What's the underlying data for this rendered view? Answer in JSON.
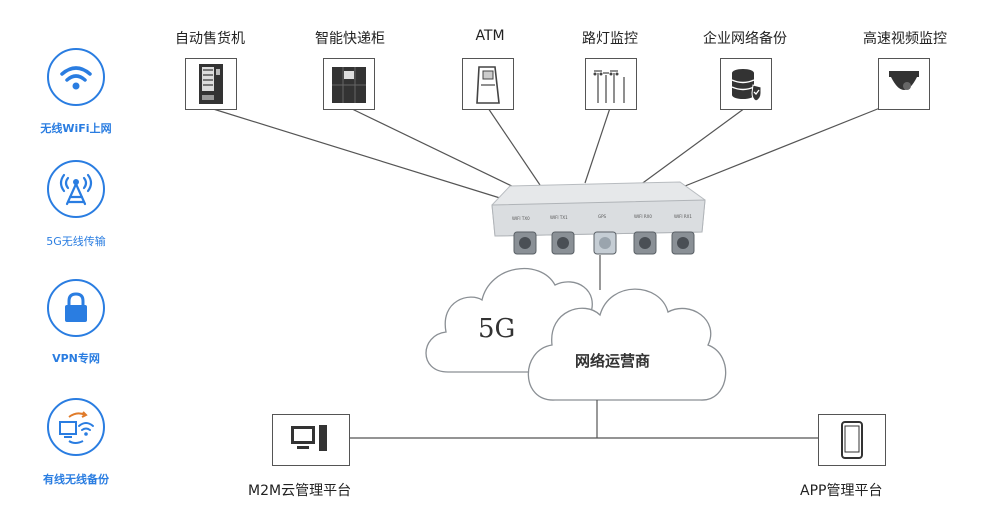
{
  "left_features": [
    {
      "label": "无线WiFi上网",
      "icon": "wifi-icon"
    },
    {
      "label": "5G无线传输",
      "icon": "signal-tower-icon"
    },
    {
      "label": "VPN专网",
      "icon": "lock-icon"
    },
    {
      "label": "有线无线备份",
      "icon": "wired-wireless-backup-icon"
    }
  ],
  "devices": [
    {
      "label": "自动售货机",
      "icon": "vending-machine-icon"
    },
    {
      "label": "智能快递柜",
      "icon": "locker-icon"
    },
    {
      "label": "ATM",
      "icon": "atm-icon"
    },
    {
      "label": "路灯监控",
      "icon": "street-light-icon"
    },
    {
      "label": "企业网络备份",
      "icon": "database-shield-icon"
    },
    {
      "label": "高速视频监控",
      "icon": "dome-camera-icon"
    }
  ],
  "router": {
    "port_labels": [
      "WIFI TX0",
      "WIFI TX1",
      "GPS",
      "WIFI RX0",
      "WIFI RX1"
    ]
  },
  "clouds": {
    "left": "5G",
    "right": "网络运营商"
  },
  "bottom": {
    "left_label": "M2M云管理平台",
    "right_label": "APP管理平台"
  },
  "colors": {
    "accent": "#2a7de1",
    "line": "#555555"
  }
}
